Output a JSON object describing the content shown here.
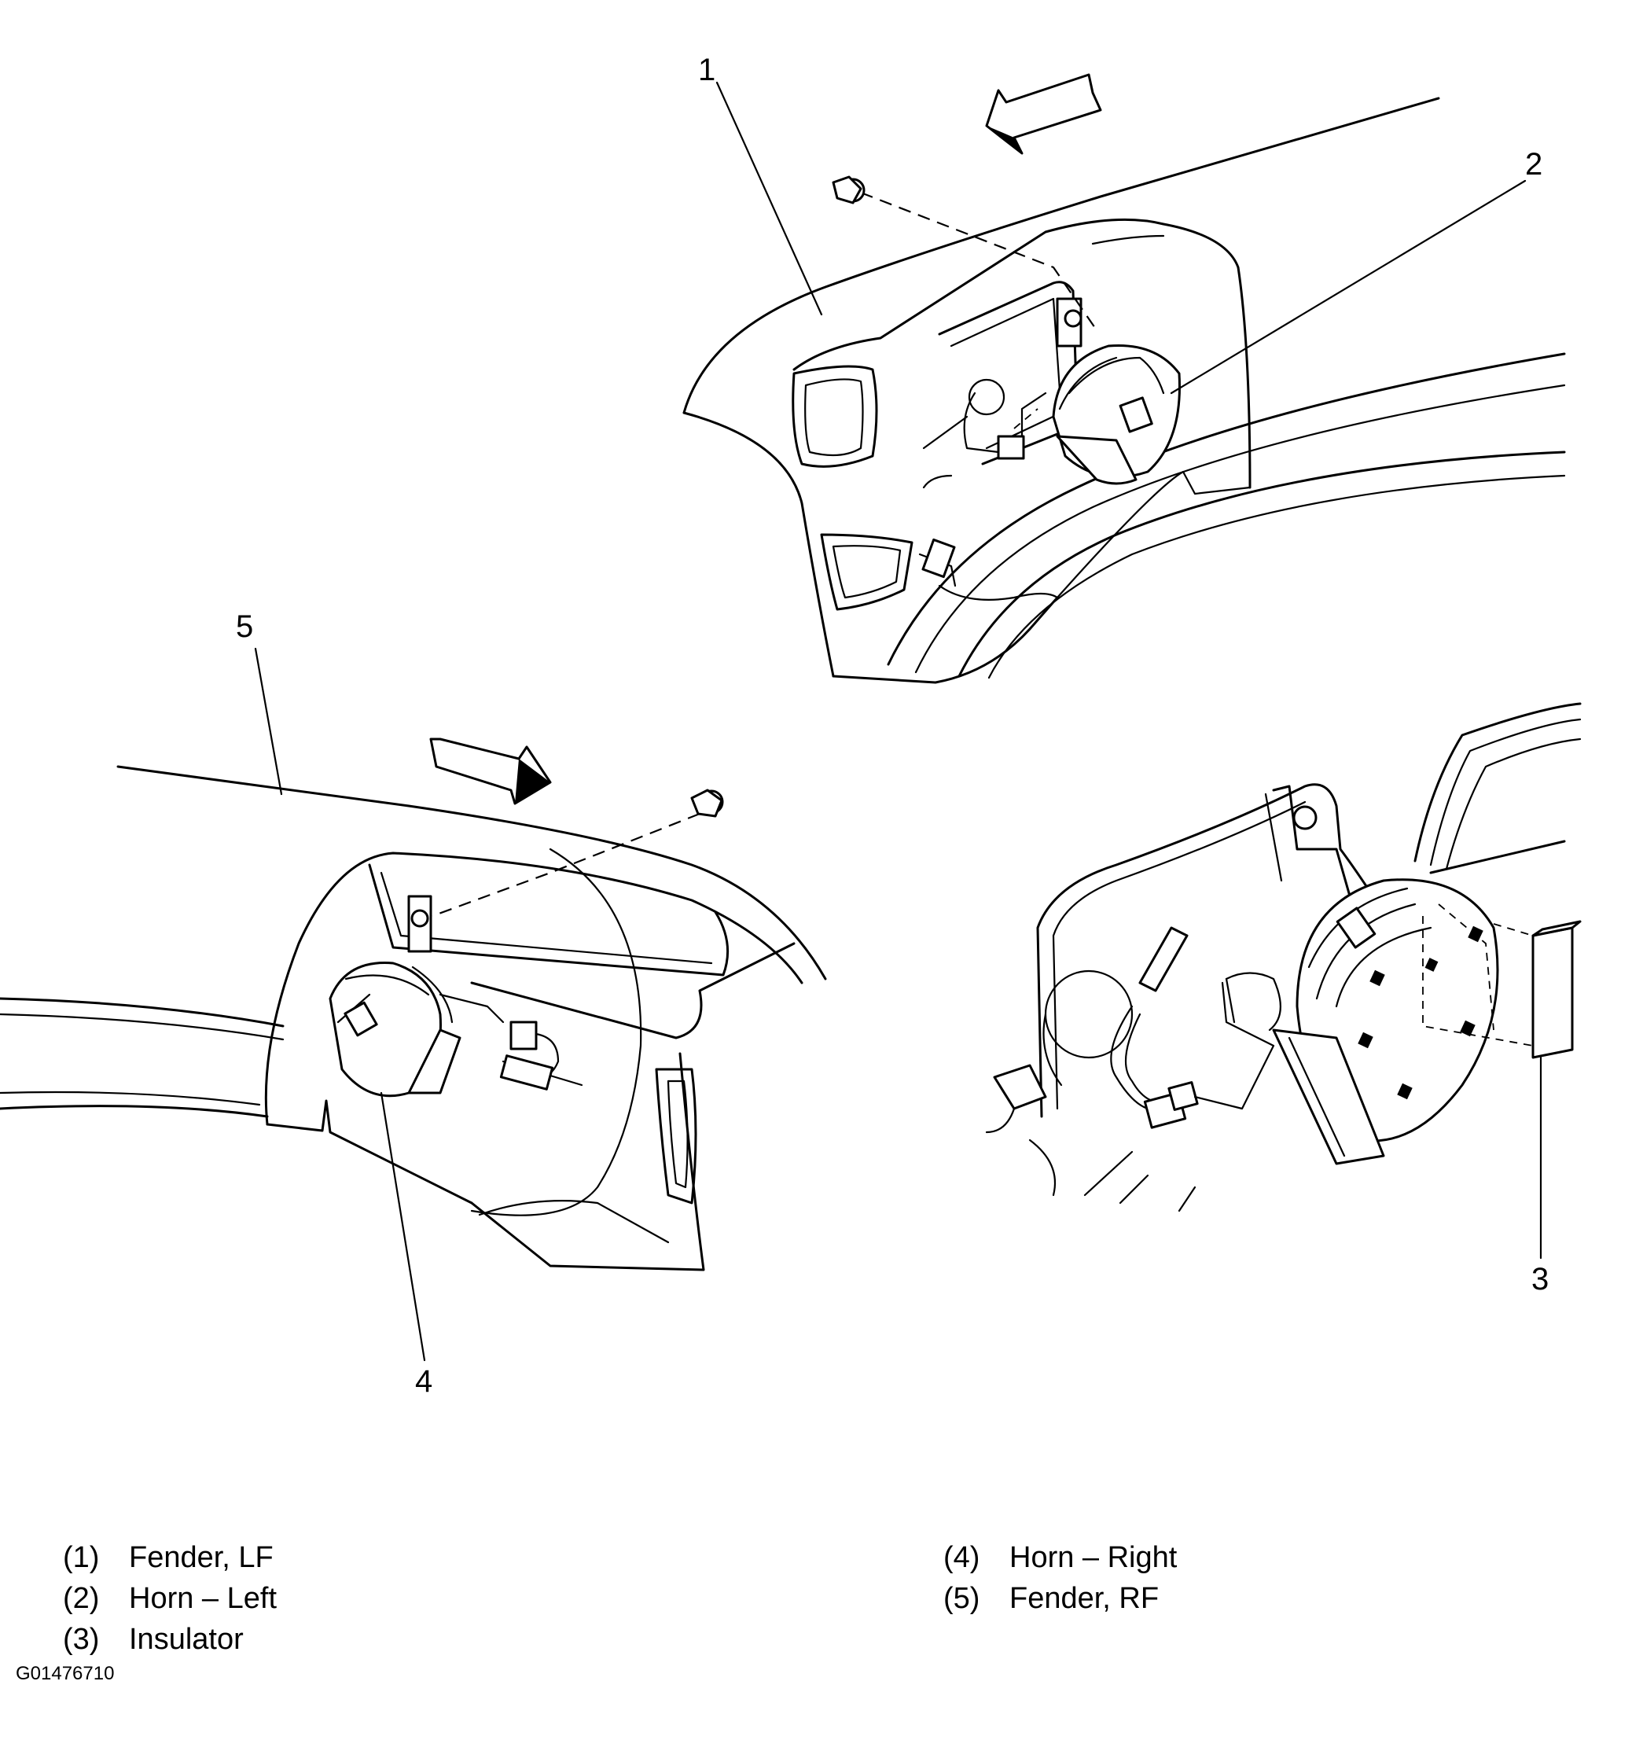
{
  "callouts": [
    "1",
    "2",
    "3",
    "4",
    "5"
  ],
  "legend": [
    {
      "num": "(1)",
      "label": "Fender, LF"
    },
    {
      "num": "(2)",
      "label": "Horn – Left"
    },
    {
      "num": "(3)",
      "label": "Insulator"
    },
    {
      "num": "(4)",
      "label": "Horn – Right"
    },
    {
      "num": "(5)",
      "label": "Fender, RF"
    }
  ],
  "figure_code": "G01476710"
}
